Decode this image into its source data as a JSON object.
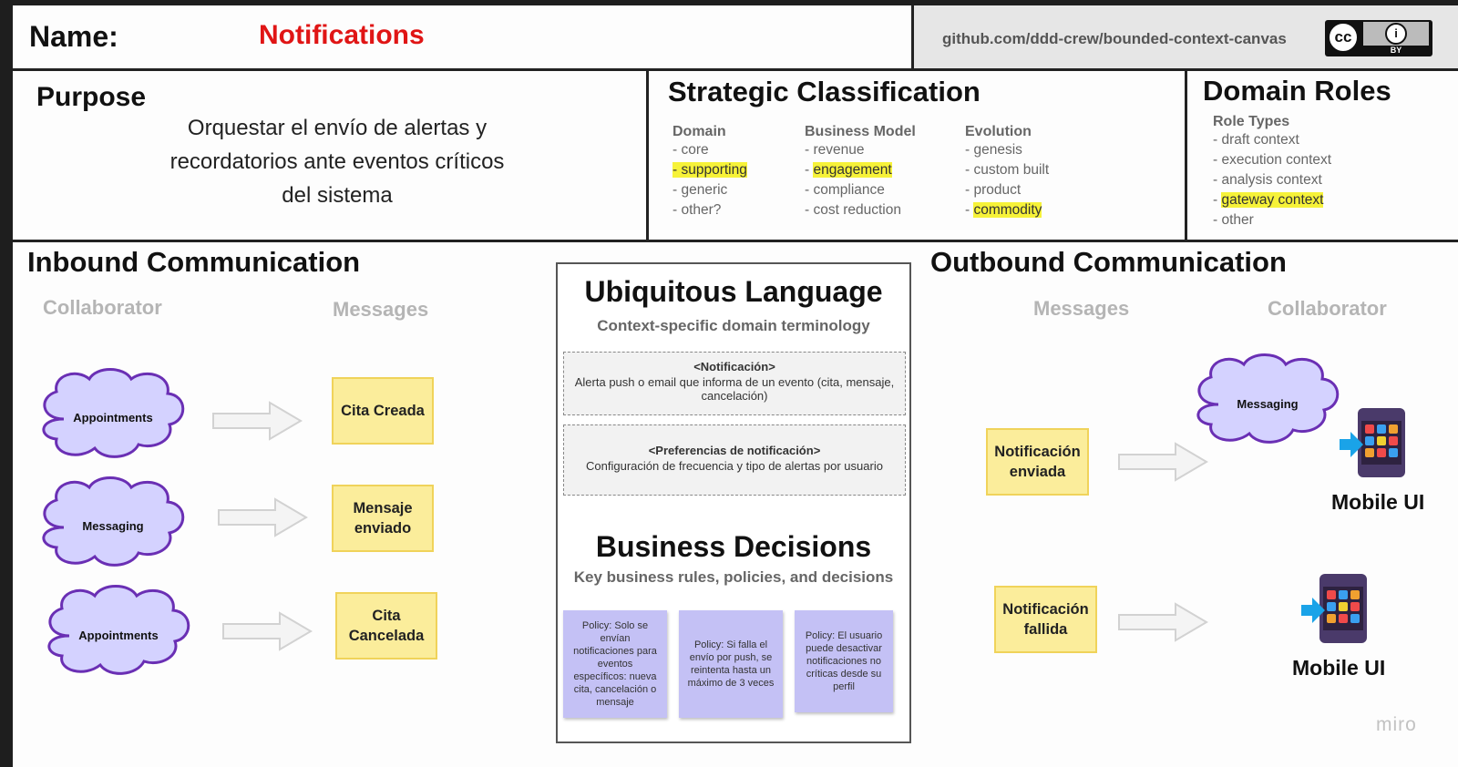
{
  "header": {
    "name_label": "Name:",
    "name_value": "Notifications",
    "github_link": "github.com/ddd-crew/bounded-context-canvas",
    "license_badge": {
      "icon": "cc-by-icon",
      "cc_text": "cc",
      "person_glyph": "i",
      "by_text": "BY"
    }
  },
  "purpose": {
    "title": "Purpose",
    "lines": [
      "Orquestar el envío de alertas y",
      "recordatorios ante eventos críticos",
      "del sistema"
    ]
  },
  "strategic_classification": {
    "title": "Strategic Classification",
    "domain": {
      "heading": "Domain",
      "items": [
        {
          "label": "- core",
          "highlighted": false
        },
        {
          "label": "- supporting",
          "highlighted": true
        },
        {
          "label": "- generic",
          "highlighted": false
        },
        {
          "label": "- other?",
          "highlighted": false
        }
      ]
    },
    "business_model": {
      "heading": "Business Model",
      "items": [
        {
          "label": "- revenue",
          "highlighted": false
        },
        {
          "prefix": "- ",
          "label": "engagement",
          "highlighted": true
        },
        {
          "label": "- compliance",
          "highlighted": false
        },
        {
          "label": "- cost reduction",
          "highlighted": false
        }
      ]
    },
    "evolution": {
      "heading": "Evolution",
      "items": [
        {
          "label": "- genesis",
          "highlighted": false
        },
        {
          "label": "- custom built",
          "highlighted": false
        },
        {
          "label": "- product",
          "highlighted": false
        },
        {
          "prefix": "- ",
          "label": "commodity",
          "highlighted": true
        }
      ]
    }
  },
  "domain_roles": {
    "title": "Domain Roles",
    "heading": "Role Types",
    "items": [
      {
        "label": "- draft context",
        "highlighted": false
      },
      {
        "label": "- execution context",
        "highlighted": false
      },
      {
        "label": "- analysis context",
        "highlighted": false
      },
      {
        "prefix": "- ",
        "label": "gateway context",
        "highlighted": true
      },
      {
        "label": "- other",
        "highlighted": false
      }
    ]
  },
  "inbound": {
    "title": "Inbound Communication",
    "collaborator_heading": "Collaborator",
    "messages_heading": "Messages",
    "rows": [
      {
        "collaborator": "Appointments",
        "message": "Cita Creada"
      },
      {
        "collaborator": "Messaging",
        "message": "Mensaje enviado"
      },
      {
        "collaborator": "Appointments",
        "message": "Cita Cancelada"
      }
    ]
  },
  "ubiquitous_language": {
    "title": "Ubiquitous Language",
    "subtitle": "Context-specific domain terminology",
    "terms": [
      {
        "name": "<Notificación>",
        "definition": "Alerta push o email que informa de un evento (cita, mensaje, cancelación)"
      },
      {
        "name": "<Preferencias de notificación>",
        "definition": "Configuración de frecuencia y tipo de alertas por usuario"
      }
    ]
  },
  "business_decisions": {
    "title": "Business Decisions",
    "subtitle": "Key business rules, policies, and decisions",
    "policies": [
      "Policy: Solo se envían notificaciones para eventos específicos: nueva cita, cancelación o mensaje",
      "Policy: Si falla el envío por push, se reintenta hasta un máximo de 3 veces",
      "Policy: El usuario puede desactivar notificaciones no críticas desde su perfil"
    ]
  },
  "outbound": {
    "title": "Outbound Communication",
    "messages_heading": "Messages",
    "collaborator_heading": "Collaborator",
    "messages": [
      "Notificación enviada",
      "Notificación fallida"
    ],
    "cloud_collaborator": "Messaging",
    "mobile_label": "Mobile UI",
    "mobile_icon": "mobile-app-icon"
  },
  "watermark": "miro",
  "colors": {
    "name_value": "#e01515",
    "highlight": "#f6f239",
    "sticky_yellow": "#fbed9b",
    "policy_purple": "#c4c1f5",
    "cloud_fill": "#d4d2ff",
    "cloud_stroke": "#6a2fb4"
  }
}
